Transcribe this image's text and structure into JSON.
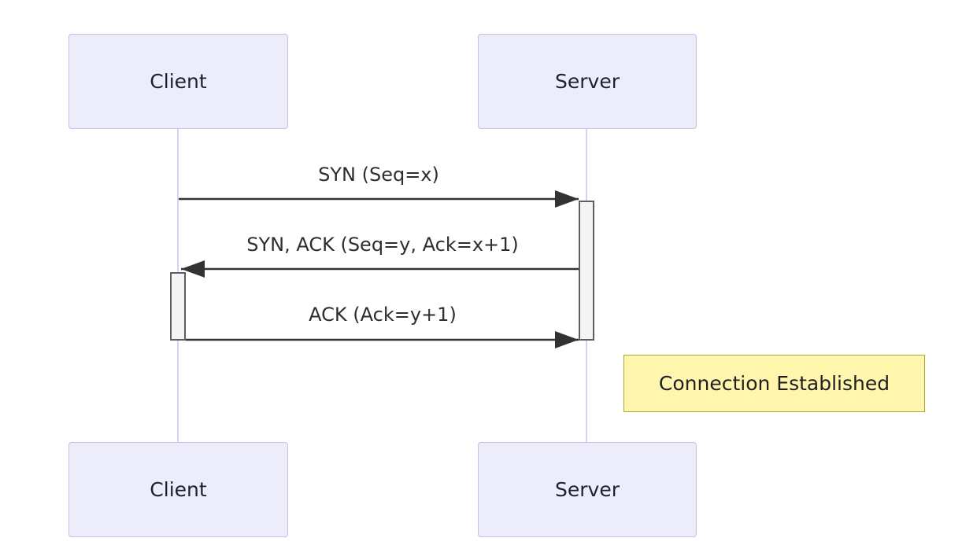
{
  "diagram": {
    "kind": "sequence-diagram",
    "actors": [
      {
        "id": "client",
        "name": "Client"
      },
      {
        "id": "server",
        "name": "Server"
      }
    ],
    "messages": [
      {
        "from": "Client",
        "to": "Server",
        "label": "SYN (Seq=x)"
      },
      {
        "from": "Server",
        "to": "Client",
        "label": "SYN, ACK (Seq=y, Ack=x+1)"
      },
      {
        "from": "Client",
        "to": "Server",
        "label": "ACK (Ack=y+1)"
      }
    ],
    "note": {
      "position": "right-of-server",
      "text": "Connection Established"
    },
    "colors": {
      "background": "#ffffff",
      "actor_fill": "#ececfa",
      "actor_border": "#c8bfe7",
      "lifeline": "#d9d2ef",
      "activation_fill": "#f4f4f4",
      "activation_border": "#5f5f5f",
      "arrow": "#333333",
      "message_text": "#2e2e2e",
      "note_fill": "#fff5ad",
      "note_border": "#aaaa33"
    }
  }
}
